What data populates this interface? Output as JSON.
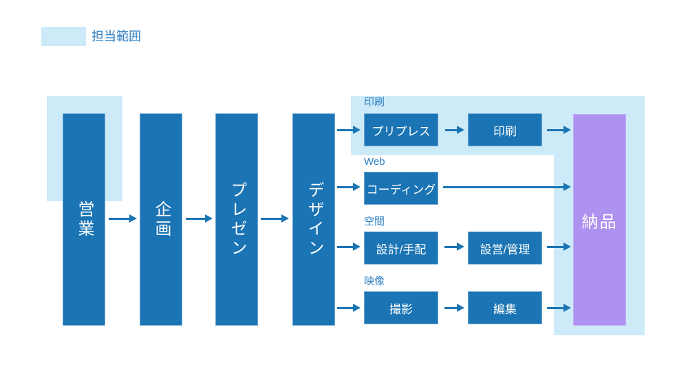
{
  "legend": {
    "label": "担当範囲"
  },
  "colors": {
    "primary_blue": "#1b74b4",
    "highlight_light_blue": "#cdeaf8",
    "delivery_purple": "#ae92ef",
    "label_text_blue": "#2b7dc0",
    "box_text_white": "#ffffff"
  },
  "main_flow": {
    "stages": [
      {
        "label": "営業"
      },
      {
        "label": "企画"
      },
      {
        "label": "プレゼン"
      },
      {
        "label": "デザイン"
      }
    ],
    "delivery": {
      "label": "納品"
    }
  },
  "branches": [
    {
      "category": "印刷",
      "steps": [
        {
          "label": "プリプレス"
        },
        {
          "label": "印刷"
        }
      ]
    },
    {
      "category": "Web",
      "steps": [
        {
          "label": "コーディング"
        }
      ]
    },
    {
      "category": "空間",
      "steps": [
        {
          "label": "設計/手配"
        },
        {
          "label": "設営/管理"
        }
      ]
    },
    {
      "category": "映像",
      "steps": [
        {
          "label": "撮影"
        },
        {
          "label": "編集"
        }
      ]
    }
  ]
}
